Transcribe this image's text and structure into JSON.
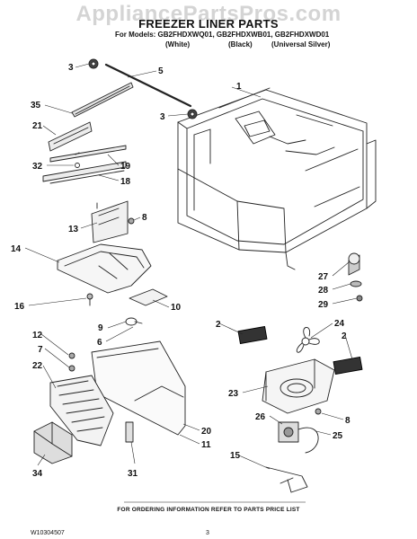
{
  "watermark": "AppliancePartsPros.com",
  "title": "FREEZER LINER PARTS",
  "models": "For Models: GB2FHDXWQ01, GB2FHDXWB01, GB2FHDXWD01",
  "variants": [
    "(White)",
    "(Black)",
    "(Universal Silver)"
  ],
  "callouts": [
    "1",
    "2",
    "2",
    "3",
    "3",
    "5",
    "6",
    "7",
    "8",
    "8",
    "9",
    "10",
    "11",
    "12",
    "13",
    "14",
    "15",
    "16",
    "18",
    "19",
    "20",
    "21",
    "22",
    "23",
    "24",
    "25",
    "26",
    "27",
    "28",
    "29",
    "31",
    "32",
    "34",
    "35"
  ],
  "footer_note": "FOR ORDERING INFORMATION REFER TO PARTS PRICE LIST",
  "doc_number": "W10304507",
  "page_number": "3"
}
